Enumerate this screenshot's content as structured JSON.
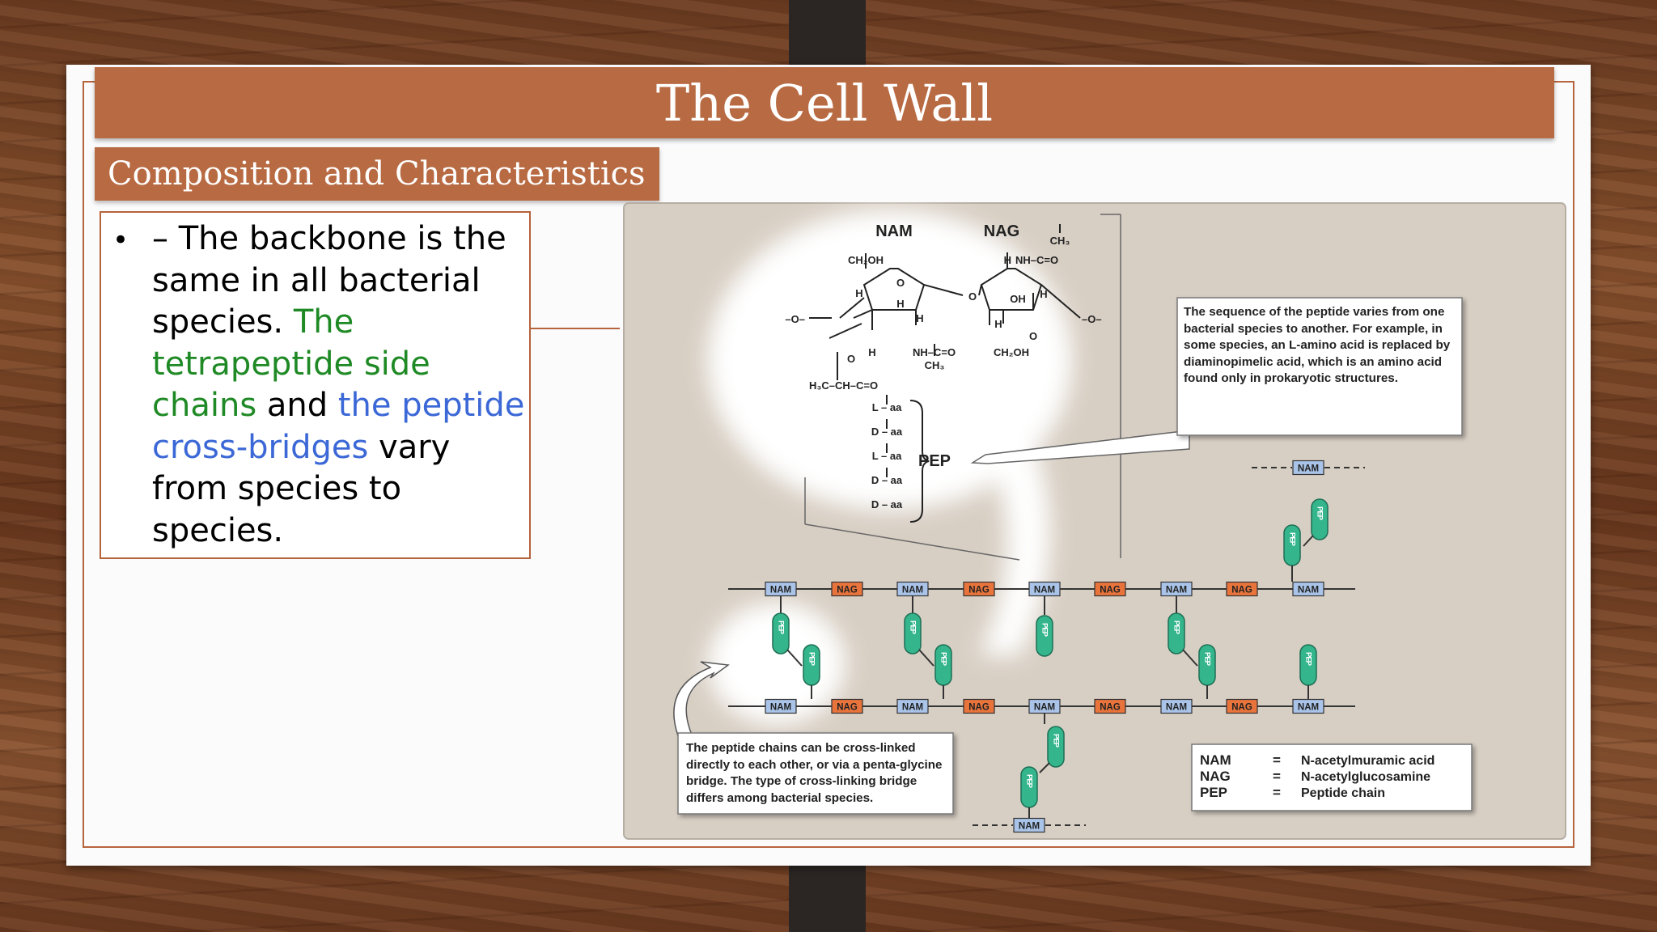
{
  "slide": {
    "title": "The Cell Wall",
    "subtitle": "Composition and Characteristics",
    "bullet": {
      "part1": "– The backbone is the same in all bacterial species. ",
      "part2": "The tetrapeptide side chains",
      "part3": " and ",
      "part4": "the peptide cross-bridges",
      "part5": " vary from species to species."
    }
  },
  "figure": {
    "labels": {
      "nam": "NAM",
      "nag": "NAG",
      "pep": "PEP",
      "ch2oh": "CH₂OH",
      "ch3": "CH₃",
      "h": "H",
      "o": "O",
      "oh": "OH",
      "nh_co": "NH–C=O",
      "h3c_ch_co": "H₃C–CH–C=O",
      "o_bridge": "–O–",
      "aa": [
        "L – aa",
        "D – aa",
        "L – aa",
        "D – aa",
        "D – aa"
      ]
    },
    "callout_top": "The sequence of the peptide varies from one bacterial species to another. For example, in some species, an L-amino acid is replaced by diaminopimelic acid, which is an amino acid found only in prokaryotic structures.",
    "callout_bottom": "The peptide chains can be cross-linked directly to each other, or via a penta-glycine bridge. The type of cross-linking bridge differs among bacterial species.",
    "legend": [
      {
        "abbr": "NAM",
        "eq": "=",
        "meaning": "N-acetylmuramic acid"
      },
      {
        "abbr": "NAG",
        "eq": "=",
        "meaning": "N-acetylglucosamine"
      },
      {
        "abbr": "PEP",
        "eq": "=",
        "meaning": "Peptide chain"
      }
    ],
    "colors": {
      "nam_box": "#a9c4e8",
      "nag_box": "#e8743c",
      "pep_pill": "#34b58c",
      "panel": "#d8cfc4"
    }
  }
}
